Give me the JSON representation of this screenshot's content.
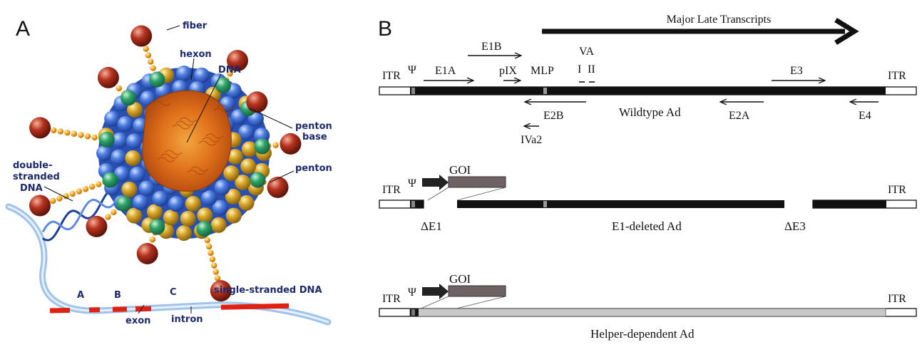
{
  "panels": {
    "a": "A",
    "b": "B"
  },
  "virion": {
    "fiber": "fiber",
    "hexon": "hexon",
    "dna": "DNA",
    "penton_base": [
      "penton",
      "base"
    ],
    "penton": "penton",
    "ds_dna": [
      "double-",
      "stranded",
      "DNA"
    ],
    "ss_dna": "single-stranded DNA",
    "segments": [
      "A",
      "B",
      "C"
    ],
    "exon": "exon",
    "intron": "intron"
  },
  "genome": {
    "major_late": "Major Late Transcripts",
    "itr": "ITR",
    "psi": "Ψ",
    "e1a": "E1A",
    "e1b": "E1B",
    "pix": "pIX",
    "mlp": "MLP",
    "va": "VA",
    "va_i": "I",
    "va_ii": "II",
    "e3": "E3",
    "e2b": "E2B",
    "wildtype": "Wildtype Ad",
    "e2a": "E2A",
    "e4": "E4",
    "iva2": "IVa2",
    "goi": "GOI",
    "delta_e1": "ΔE1",
    "e1_deleted": "E1-deleted Ad",
    "delta_e3": "ΔE3",
    "helper_dependent": "Helper-dependent Ad"
  },
  "colors": {
    "capsid_blue": "#3f6fd0",
    "capsid_gold": "#d9a82a",
    "penton_green": "#2fa36a",
    "knob_red": "#b5321e",
    "fiber_orange": "#f0a020",
    "core_orange": "#e0701a",
    "exon_red": "#e02010",
    "genome_black": "#111111",
    "gap_gray": "#c8c8c8",
    "goi_gray": "#6e6265"
  }
}
